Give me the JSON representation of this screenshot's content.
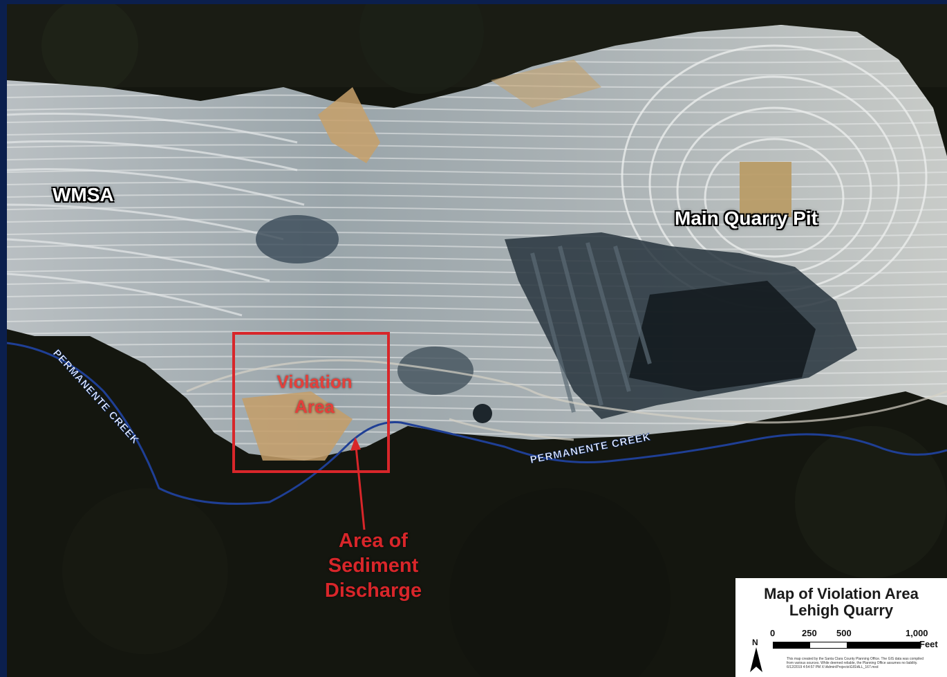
{
  "labels": {
    "wmsa": "WMSA",
    "main_pit": "Main Quarry Pit",
    "violation_line1": "Violation",
    "violation_line2": "Area",
    "sediment_line1": "Area of",
    "sediment_line2": "Sediment",
    "sediment_line3": "Discharge",
    "creek_west": "PERMANENTE CREEK",
    "creek_south": "PERMANENTE CREEK"
  },
  "legend": {
    "title_line1": "Map of Violation Area",
    "title_line2": "Lehigh Quarry",
    "scale_ticks": [
      "0",
      "250",
      "500",
      "1,000"
    ],
    "scale_unit": "Feet",
    "north_label": "N",
    "disclaimer_line1": "This map created by the Santa Clara County Planning Office. The GIS data was compiled",
    "disclaimer_line2": "from various sources. While deemed reliable, the Planning Office assumes no liability.",
    "disclaimer_line3": "6/12/2019 4:54:57 PM  X:\\Admin\\Projects\\GIS\\ALL_167.mxd"
  },
  "colors": {
    "frame": "#0b1f4d",
    "violation_box": "#d8262a",
    "creek_line": "#1f3f95"
  }
}
